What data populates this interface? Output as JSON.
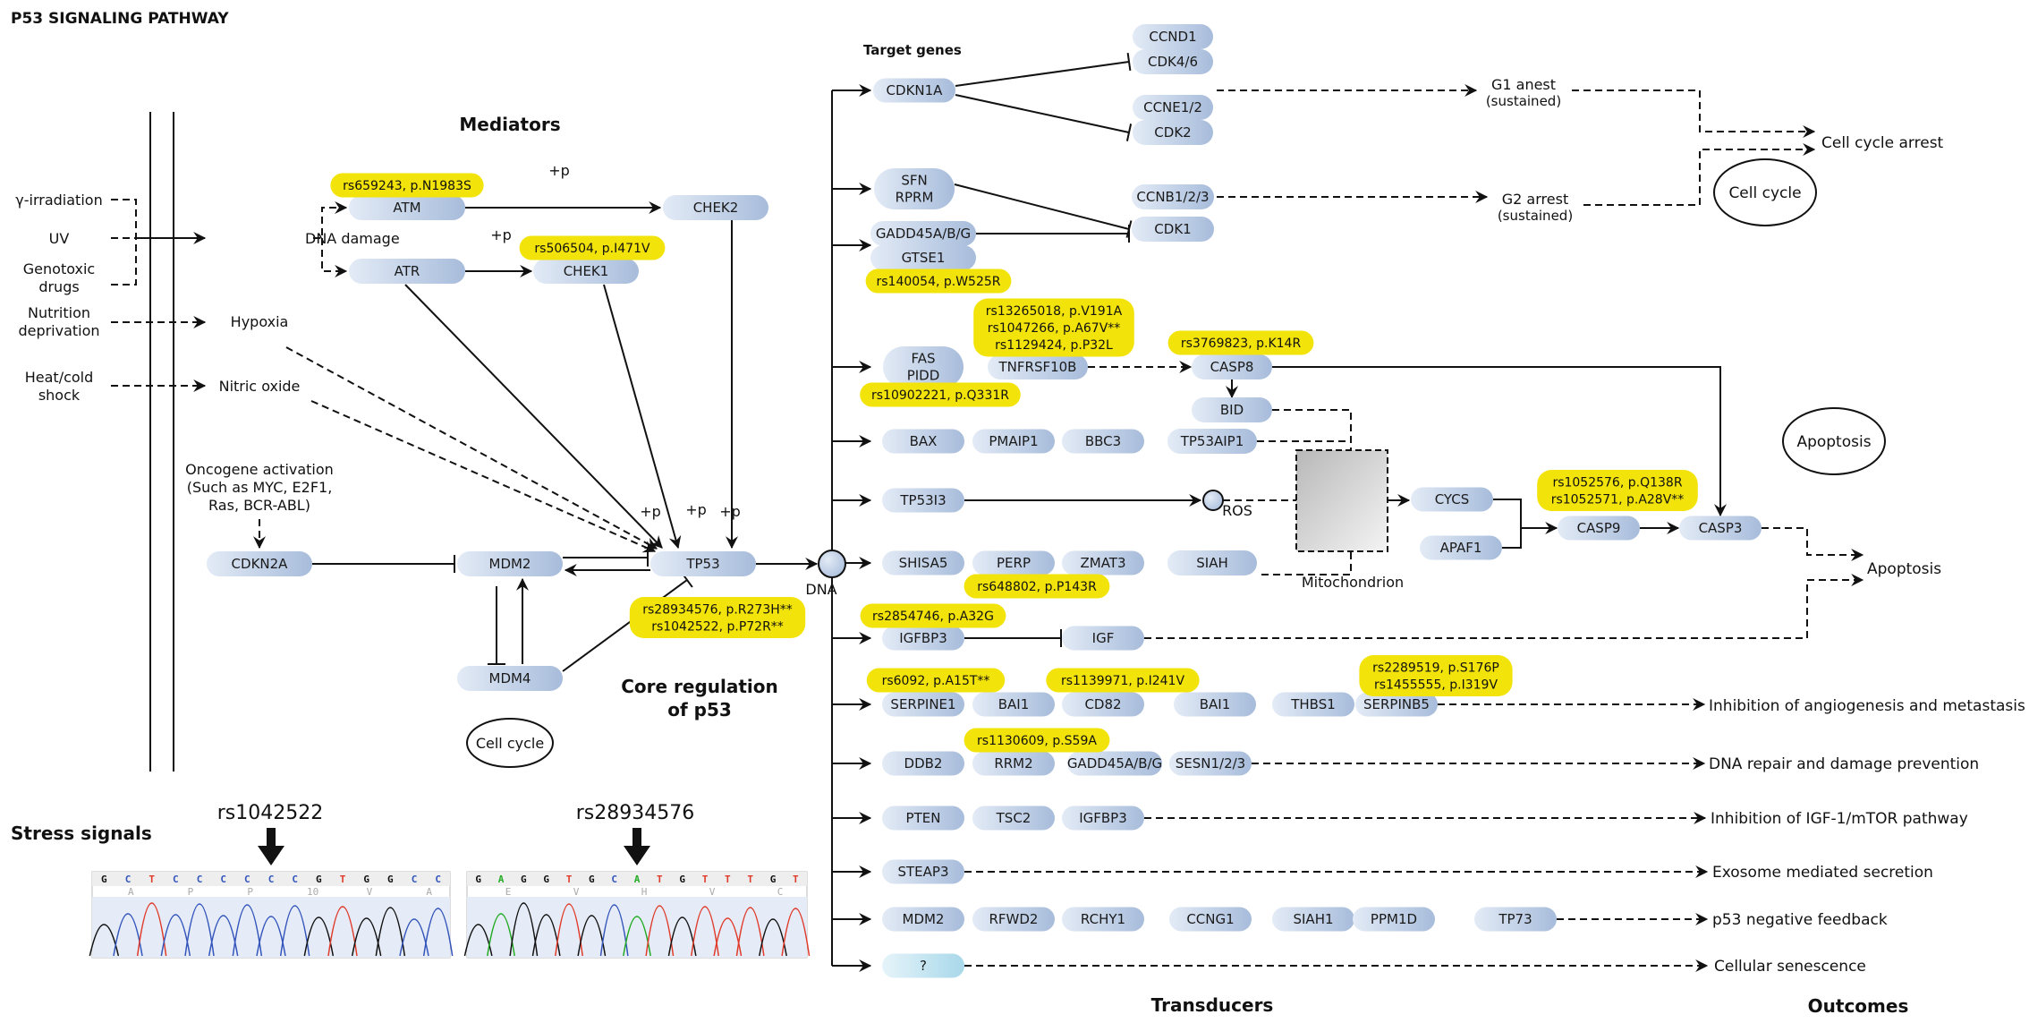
{
  "title": "P53 SIGNALING PATHWAY",
  "colors": {
    "node_light": "#e3ebf6",
    "node_dark": "#a7bcdb",
    "node_unknown_light": "#e6f4fa",
    "node_unknown_dark": "#a8d8ea",
    "highlight": "#f2e30a",
    "line": "#111111",
    "seq_A": "#22aa22",
    "seq_C": "#3355bb",
    "seq_G": "#111111",
    "seq_T": "#e03a2a"
  },
  "section_labels": {
    "mediators": "Mediators",
    "target_genes": "Target genes",
    "core_regulation_1": "Core regulation",
    "core_regulation_2": "of p53",
    "stress_signals": "Stress signals",
    "transducers": "Transducers",
    "outcomes": "Outcomes",
    "mitochondrion": "Mitochondrion",
    "dna": "DNA",
    "ros": "ROS"
  },
  "stress_inputs": [
    {
      "id": "gamma",
      "lines": [
        "γ-irradiation"
      ]
    },
    {
      "id": "uv",
      "lines": [
        "UV"
      ]
    },
    {
      "id": "genotoxic",
      "lines": [
        "Genotoxic",
        "drugs"
      ]
    },
    {
      "id": "nutrition",
      "lines": [
        "Nutrition",
        "deprivation"
      ]
    },
    {
      "id": "heat",
      "lines": [
        "Heat/cold",
        "shock"
      ]
    }
  ],
  "stress_outputs": {
    "dna_damage": "DNA damage",
    "hypoxia": "Hypoxia",
    "nitric_oxide": "Nitric oxide",
    "oncogene": [
      "Oncogene activation",
      "(Such as MYC, E2F1,",
      "Ras, BCR-ABL)"
    ]
  },
  "phospho_label": "+p",
  "mediators": {
    "ATM": "ATM",
    "ATR": "ATR",
    "CHEK1": "CHEK1",
    "CHEK2": "CHEK2"
  },
  "core": {
    "TP53": "TP53",
    "MDM2": "MDM2",
    "MDM4": "MDM4",
    "CDKN2A": "CDKN2A"
  },
  "cell_cycle_oval": "Cell cycle",
  "apoptosis_oval": "Apoptosis",
  "variants": {
    "atm": [
      "rs659243, p.N1983S"
    ],
    "chek1": [
      "rs506504, p.I471V"
    ],
    "tp53": [
      "rs28934576, p.R273H**",
      "rs1042522, p.P72R**"
    ],
    "gtse1": [
      "rs140054, p.W525R"
    ],
    "tnfrsf10b": [
      "rs13265018, p.V191A",
      "rs1047266, p.A67V**",
      "rs1129424, p.P32L"
    ],
    "casp8": [
      "rs3769823, p.K14R"
    ],
    "fas": [
      "rs10902221, p.Q331R"
    ],
    "casp9": [
      "rs1052576, p.Q138R",
      "rs1052571, p.A28V**"
    ],
    "perp": [
      "rs648802, p.P143R"
    ],
    "igfbp3": [
      "rs2854746, p.A32G"
    ],
    "serpine1": [
      "rs6092, p.A15T**"
    ],
    "cd82": [
      "rs1139971, p.I241V"
    ],
    "serpinb5": [
      "rs2289519, p.S176P",
      "rs1455555, p.I319V"
    ],
    "rrm2": [
      "rs1130609, p.S59A"
    ]
  },
  "target_genes": {
    "CDKN1A": "CDKN1A",
    "CCND1": "CCND1",
    "CDK46": "CDK4/6",
    "CCNE12": "CCNE1/2",
    "CDK2": "CDK2",
    "SFN_RPRM": [
      "SFN",
      "RPRM"
    ],
    "CCNB123": "CCNB1/2/3",
    "CDK1": "CDK1",
    "GADD45": "GADD45A/B/G",
    "GTSE1": "GTSE1",
    "FAS_PIDD": [
      "FAS",
      "PIDD"
    ],
    "TNFRSF10B": "TNFRSF10B",
    "CASP8": "CASP8",
    "BID": "BID",
    "TP53AIP1": "TP53AIP1",
    "BAX": "BAX",
    "PMAIP1": "PMAIP1",
    "BBC3": "BBC3",
    "TP53I3": "TP53I3",
    "CYCS": "CYCS",
    "APAF1": "APAF1",
    "CASP9": "CASP9",
    "CASP3": "CASP3",
    "SHISA5": "SHISA5",
    "PERP": "PERP",
    "ZMAT3": "ZMAT3",
    "SIAH": "SIAH",
    "IGFBP3": "IGFBP3",
    "IGF": "IGF",
    "SERPINE1": "SERPINE1",
    "BAI1a": "BAI1",
    "CD82": "CD82",
    "BAI1b": "BAI1",
    "THBS1": "THBS1",
    "SERPINB5": "SERPINB5",
    "DDB2": "DDB2",
    "RRM2": "RRM2",
    "GADD45b": "GADD45A/B/G",
    "SESN": "SESN1/2/3",
    "PTEN": "PTEN",
    "TSC2": "TSC2",
    "IGFBP3b": "IGFBP3",
    "STEAP3": "STEAP3",
    "MDM2b": "MDM2",
    "RFWD2": "RFWD2",
    "RCHY1": "RCHY1",
    "CCNG1": "CCNG1",
    "SIAH1": "SIAH1",
    "PPM1D": "PPM1D",
    "TP73": "TP73",
    "UNKNOWN": "?"
  },
  "intermediate_outcomes": {
    "g1": [
      "G1 anest",
      "(sustained)"
    ],
    "g2": [
      "G2 arrest",
      "(sustained)"
    ]
  },
  "outcomes": {
    "cell_cycle_arrest": "Cell cycle arrest",
    "apoptosis": "Apoptosis",
    "angiogenesis": "Inhibition of angiogenesis and metastasis",
    "dna_repair": "DNA repair and damage prevention",
    "igf_mtor": "Inhibition of IGF-1/mTOR pathway",
    "exosome": "Exosome mediated secretion",
    "feedback": "p53 negative feedback",
    "senescence": "Cellular senescence"
  },
  "chromatograms": [
    {
      "snp": "rs1042522",
      "bases": [
        "G",
        "C",
        "T",
        "C",
        "C",
        "C",
        "C",
        "C",
        "C",
        "G",
        "T",
        "G",
        "G",
        "C",
        "C"
      ],
      "amino_acids": [
        "A",
        "P",
        "P",
        "10",
        "V",
        "A"
      ],
      "marked_index": 7
    },
    {
      "snp": "rs28934576",
      "bases": [
        "G",
        "A",
        "G",
        "G",
        "T",
        "G",
        "C",
        "A",
        "T",
        "G",
        "T",
        "T",
        "T",
        "G",
        "T"
      ],
      "amino_acids": [
        "E",
        "V",
        "H",
        "V",
        "C"
      ],
      "marked_index": 7
    }
  ]
}
